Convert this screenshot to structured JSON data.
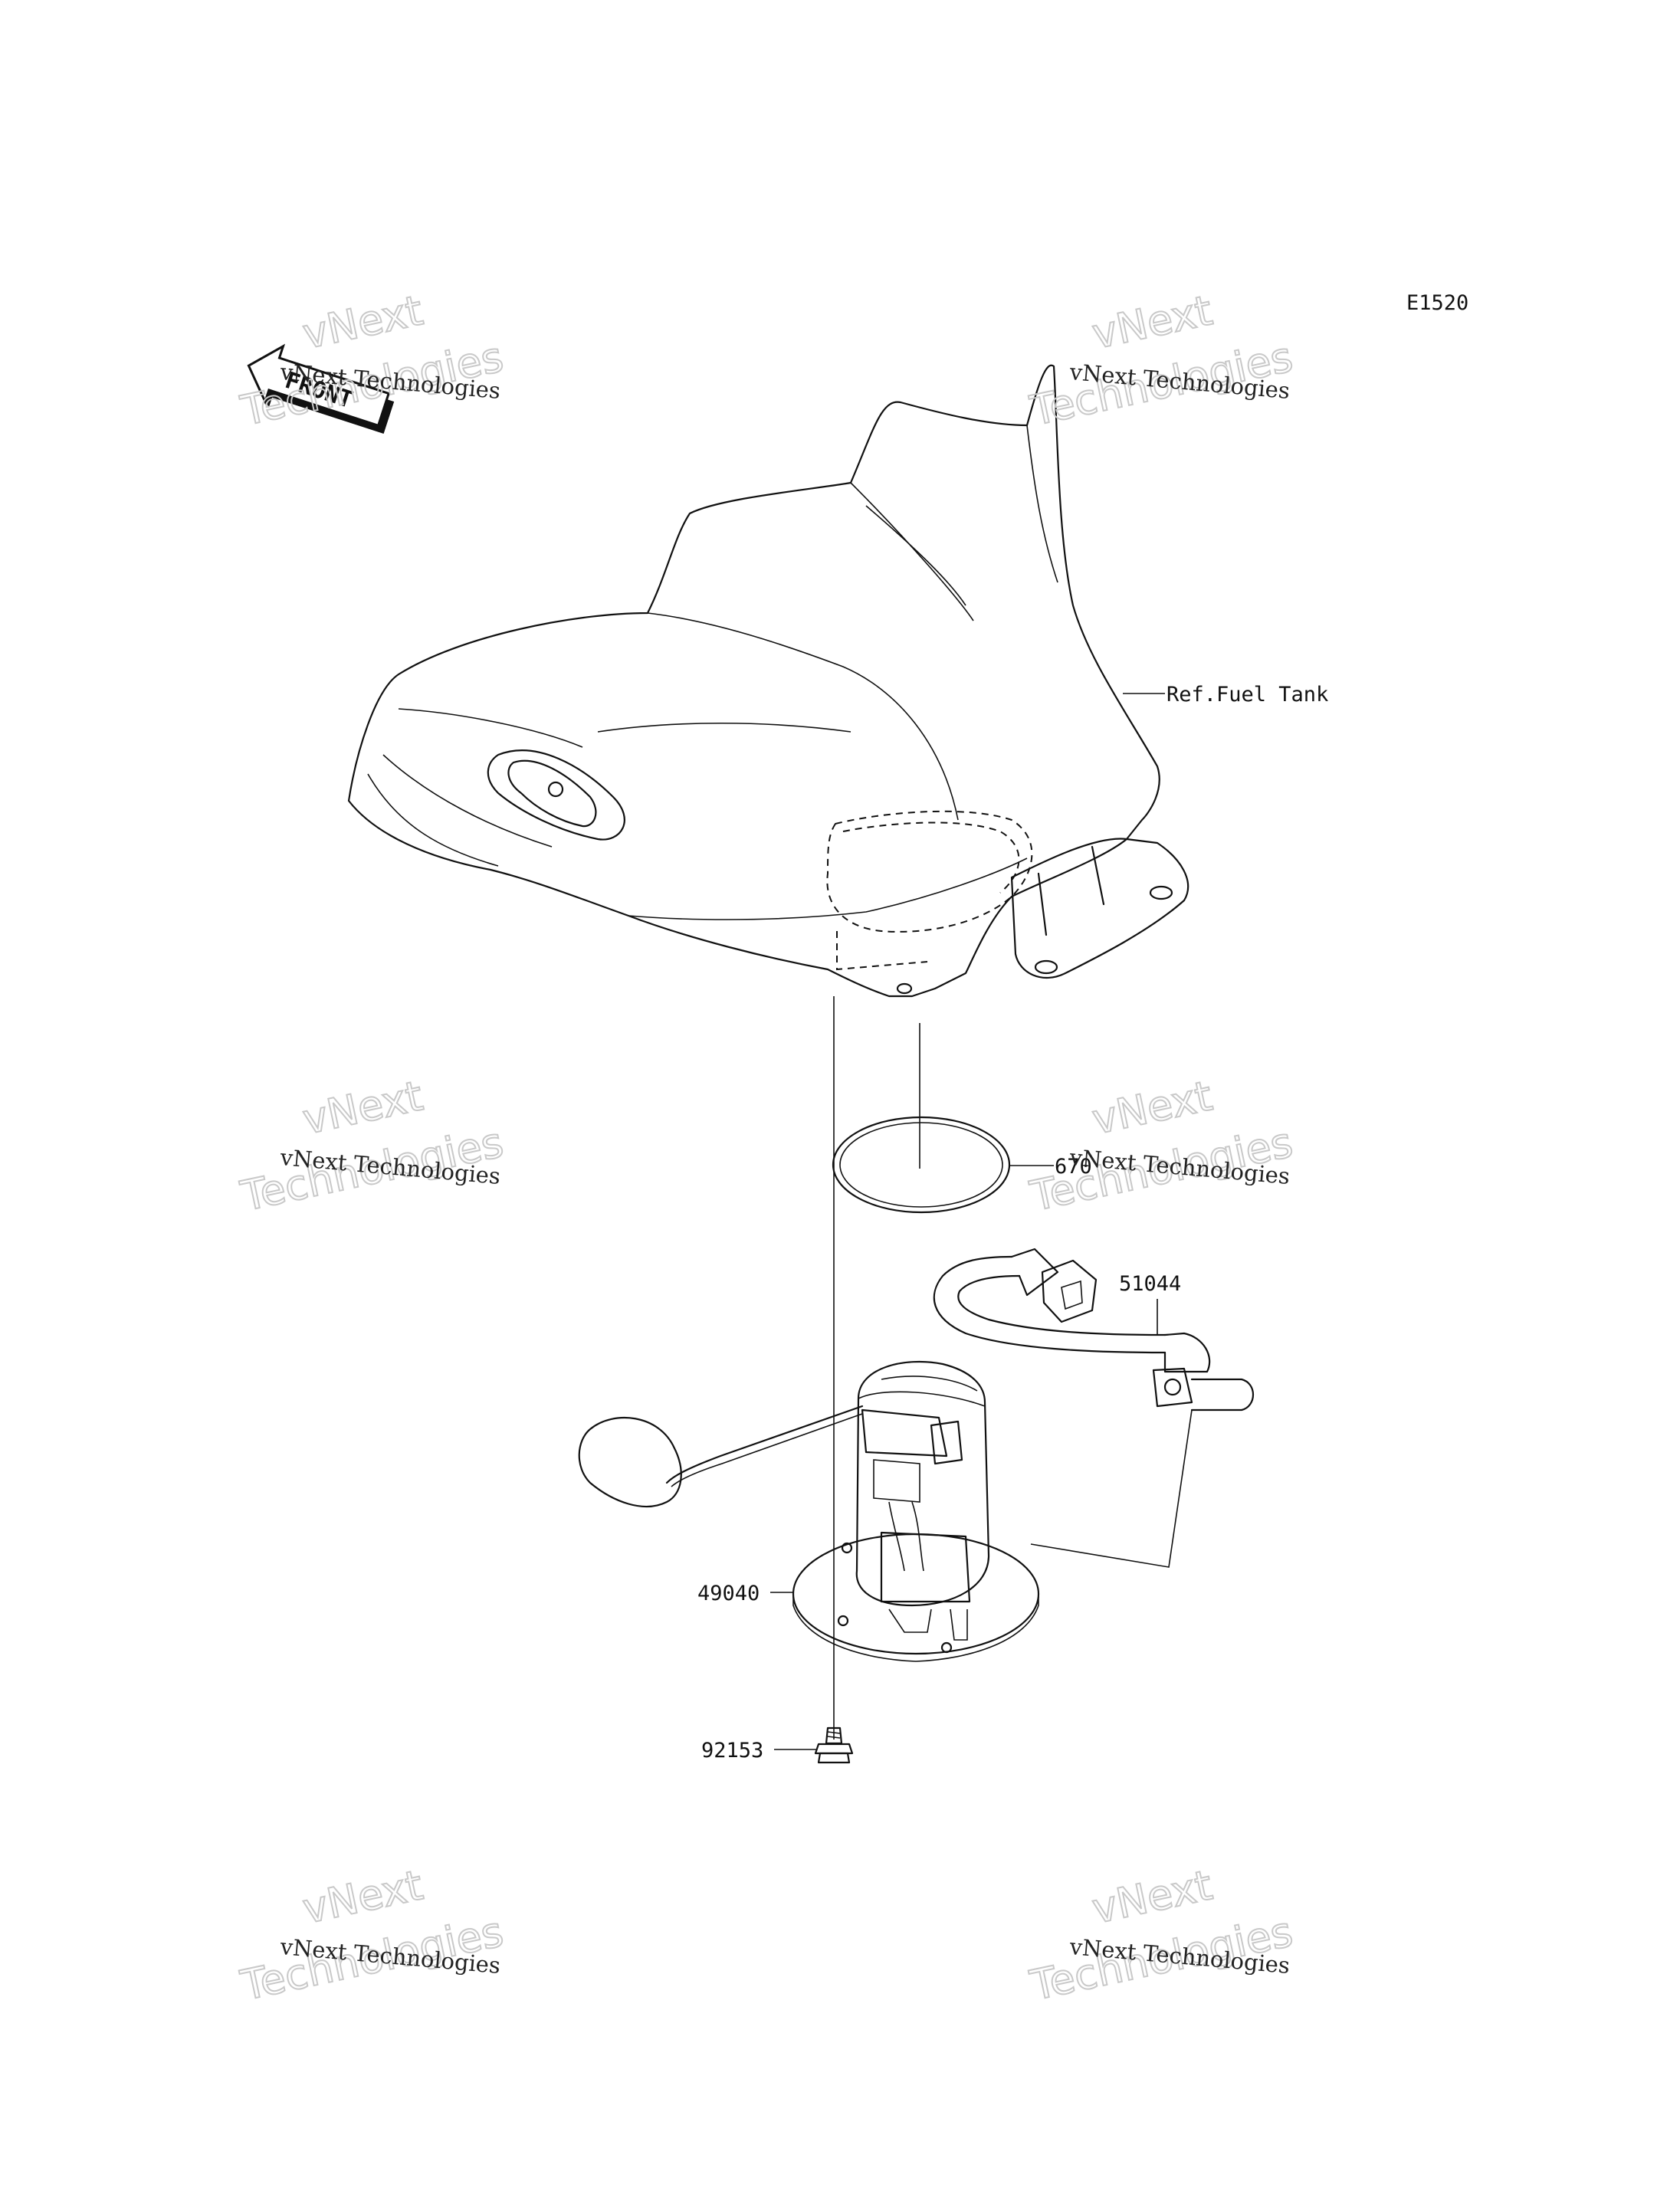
{
  "diagram": {
    "code": "E1520",
    "front_badge": "FRONT",
    "labels": {
      "fuel_tank_ref": "Ref.Fuel Tank",
      "gasket": "670",
      "fuel_hose": "51044",
      "fuel_pump": "49040",
      "bolt": "92153"
    }
  },
  "watermark": {
    "line1": "vNext",
    "line2": "Technologies",
    "small": "vNext Technologies"
  }
}
